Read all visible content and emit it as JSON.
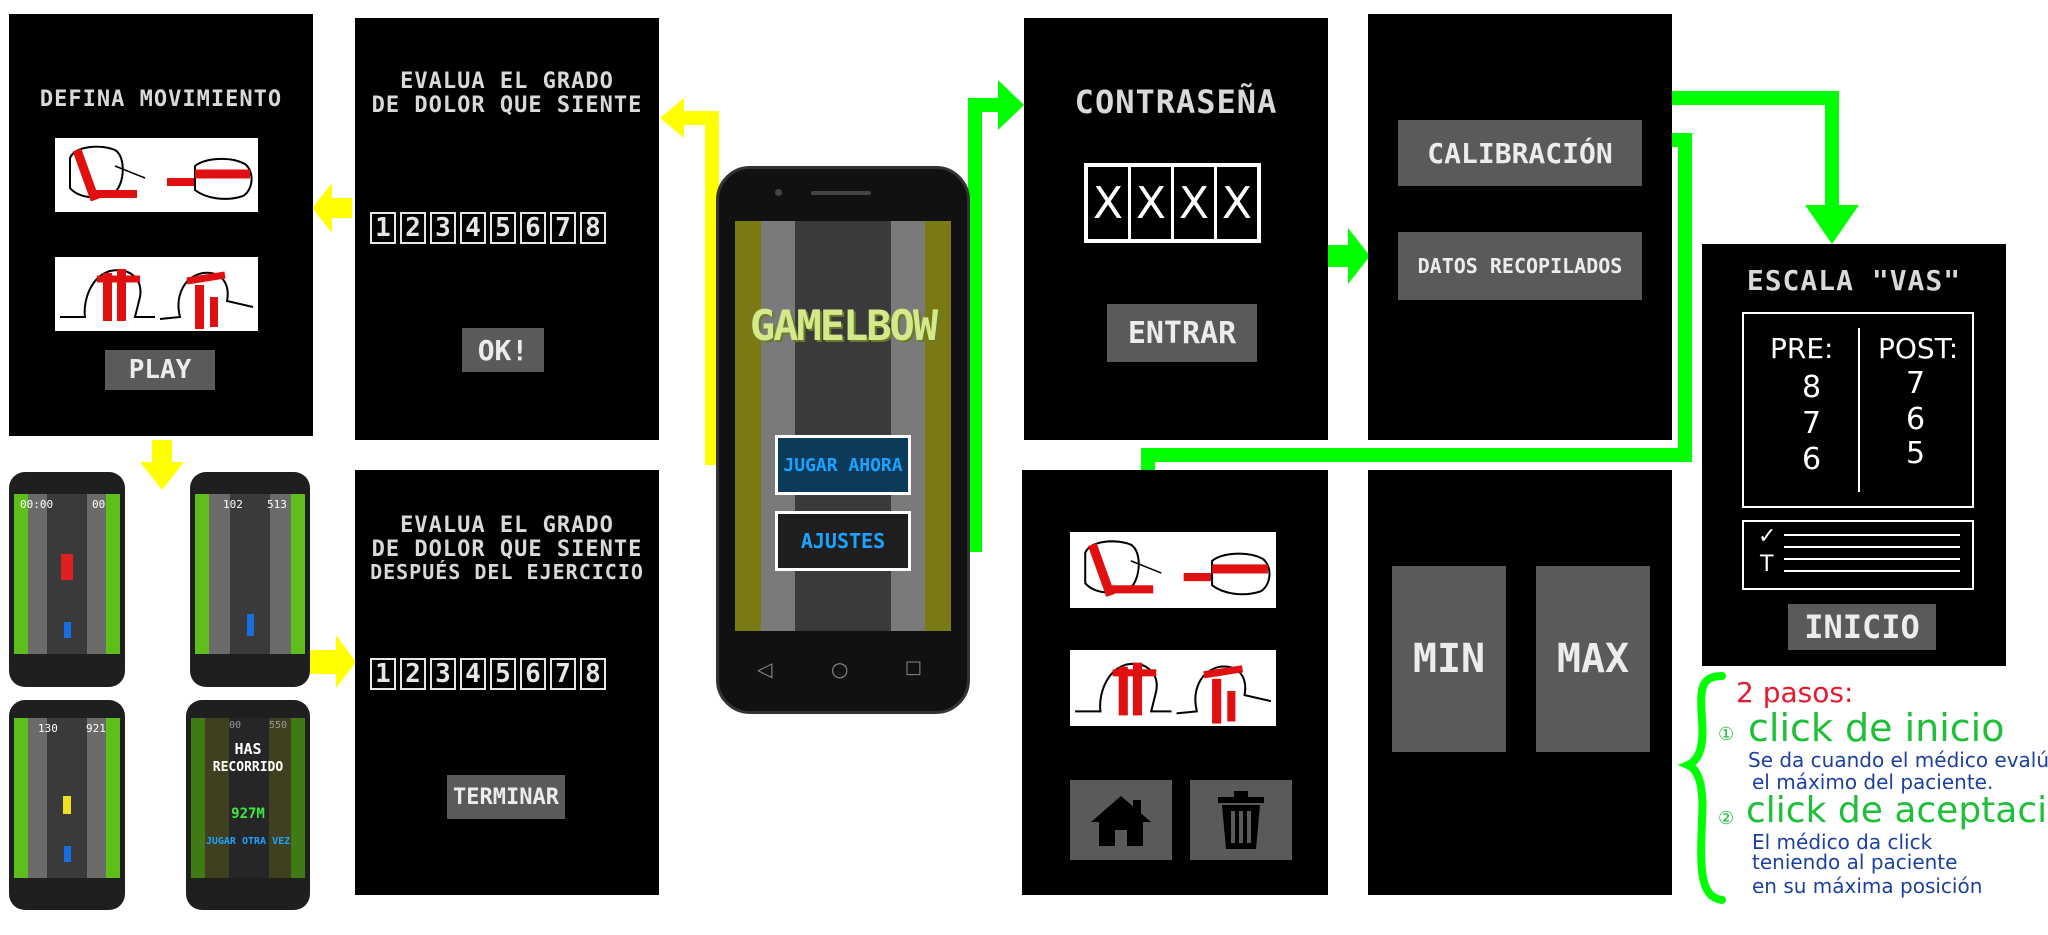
{
  "movement_panel": {
    "title": "DEFINA MOVIMIENTO",
    "play_button": "PLAY"
  },
  "pain_pre_panel": {
    "title_line1": "EVALUA EL GRADO",
    "title_line2": "DE DOLOR QUE SIENTE",
    "scale": [
      "1",
      "2",
      "3",
      "4",
      "5",
      "6",
      "7",
      "8"
    ],
    "ok_button": "OK!"
  },
  "pain_post_panel": {
    "title_line1": "EVALUA EL GRADO",
    "title_line2": "DE DOLOR QUE SIENTE",
    "title_line3": "DESPUÉS DEL EJERCICIO",
    "scale": [
      "1",
      "2",
      "3",
      "4",
      "5",
      "6",
      "7",
      "8"
    ],
    "finish_button": "TERMINAR"
  },
  "main_phone": {
    "game_title": "GAMELBOW",
    "play_now_button": "JUGAR AHORA",
    "settings_button": "AJUSTES"
  },
  "game_screens": [
    {
      "time": "00:00",
      "distance": "00"
    },
    {
      "time": "102",
      "distance": "513"
    },
    {
      "time": "130",
      "distance": "921"
    },
    {
      "time": "00",
      "distance": "550",
      "result_line1": "HAS",
      "result_line2": "RECORRIDO",
      "result_value": "927M",
      "replay_label": "JUGAR OTRA VEZ"
    }
  ],
  "password_panel": {
    "title": "CONTRASEÑA",
    "digits": [
      "X",
      "X",
      "X",
      "X"
    ],
    "enter_button": "ENTRAR"
  },
  "settings_panel": {
    "calibration_button": "CALIBRACIÓN",
    "data_button": "DATOS RECOPILADOS"
  },
  "calibration_panel": {
    "min_button": "MIN",
    "max_button": "MAX"
  },
  "vas_panel": {
    "title": "ESCALA \"VAS\"",
    "pre_label": "PRE:",
    "post_label": "POST:",
    "pre_values": [
      "8",
      "7",
      "6"
    ],
    "post_values": [
      "7",
      "6",
      "5"
    ],
    "check_mark": "✓",
    "t_mark": "T",
    "home_button": "INICIO"
  },
  "notes": {
    "heading": "2 pasos:",
    "step1_number": "①",
    "step1_title": "click de inicio",
    "step1_desc_line1": "Se da cuando el médico evalúa",
    "step1_desc_line2": "el máximo del paciente.",
    "step2_number": "②",
    "step2_title": "click de aceptación",
    "step2_desc_line1": "El médico da click",
    "step2_desc_line2": "teniendo al paciente",
    "step2_desc_line3": "en su máxima posición"
  },
  "icons": [
    "home-icon",
    "trash-icon",
    "fist-illustration",
    "hand-illustration"
  ],
  "colors": {
    "arrow_yellow": "#ffff00",
    "arrow_green": "#00ff00",
    "panel_bg": "#000000",
    "button_gray": "#5a5a5a",
    "note_red": "#e8182f",
    "note_green": "#1fbf3a",
    "note_blue": "#1d3fa0",
    "title_lime": "#d4ea8a",
    "accent_blue": "#1aa3ff"
  }
}
